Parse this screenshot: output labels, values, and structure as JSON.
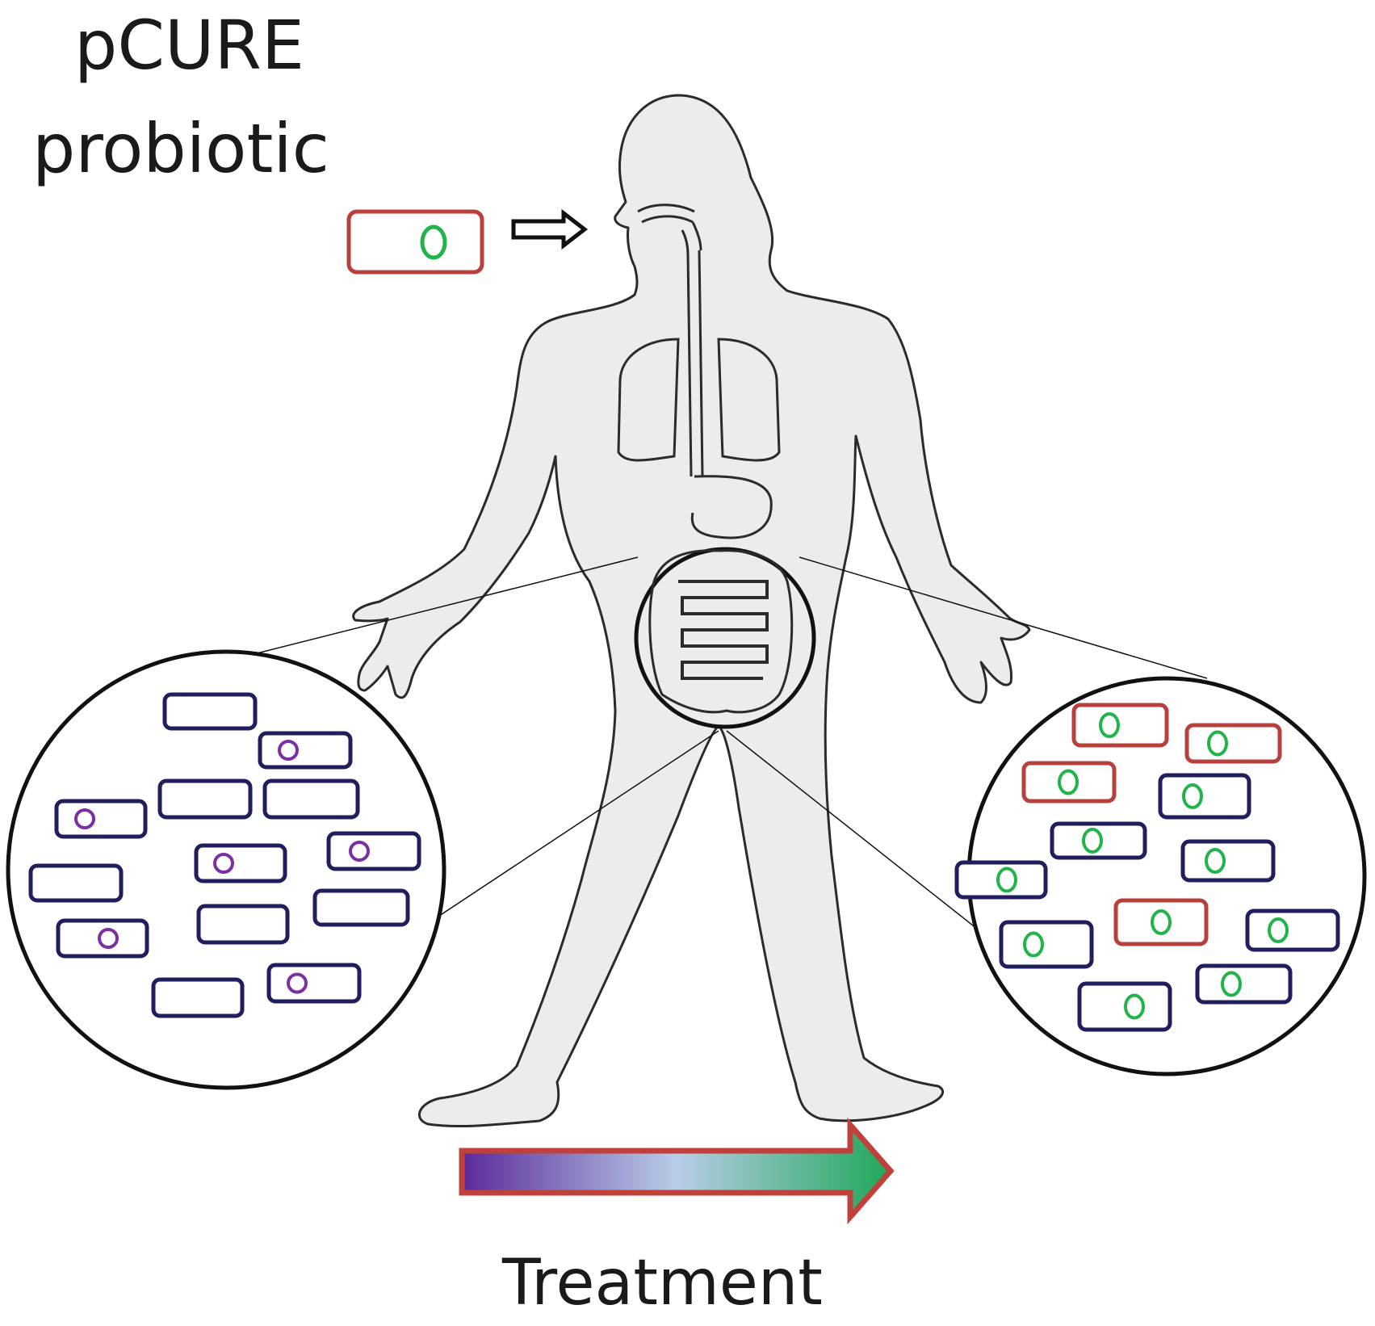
{
  "title": {
    "line1": "pCURE",
    "line2": "probiotic"
  },
  "treatment_label": "Treatment",
  "colors": {
    "body_fill": "#ececec",
    "outline": "#2b2b2b",
    "resident_cell": "#1f1f5e",
    "probiotic_cell": "#b8403c",
    "original_plasmid": "#7b2fa3",
    "pcure_plasmid": "#22b34a",
    "gradient_start": "#5b2a9a",
    "gradient_mid": "#b9cde8",
    "gradient_end": "#1ea85a",
    "arrow_border": "#c0413a"
  },
  "icons": {
    "ingest_arrow": "double-right-arrow",
    "treatment_arrow": "gradient-right-arrow"
  }
}
